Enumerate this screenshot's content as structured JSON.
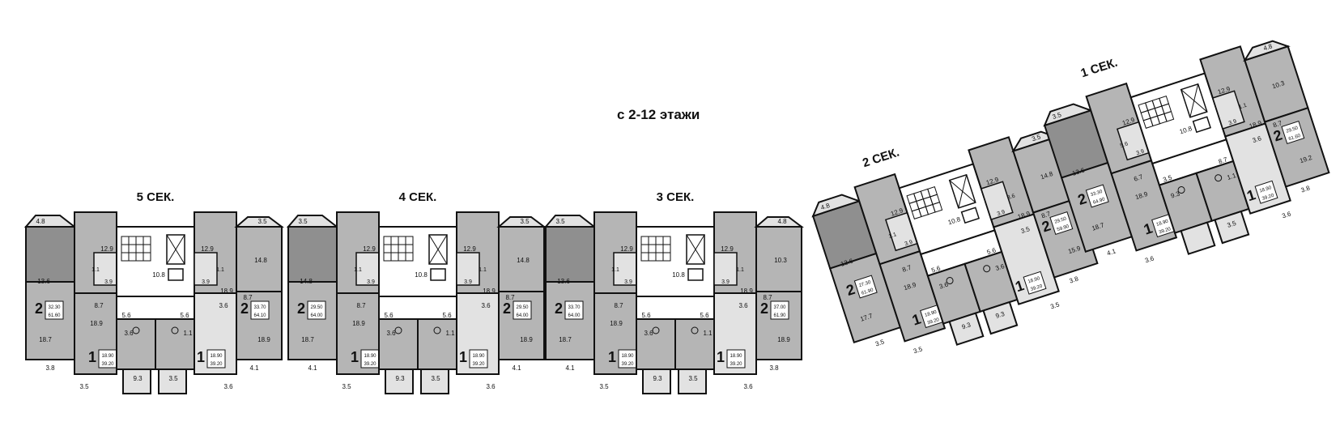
{
  "floors_caption": "с 2-12 этажи",
  "colors": {
    "wall": "#111111",
    "room_light": "#b5b5b5",
    "room_dark": "#8f8f8f",
    "room_pale": "#e2e2e2",
    "core": "#ffffff"
  },
  "icon_names": [
    "elevator-icon",
    "stairs-icon",
    "bathroom-fixture-icon"
  ],
  "sections": [
    {
      "id": "sec5",
      "label": "5 СЕК.",
      "apartments": [
        {
          "rooms": "2",
          "area_living": "32.30",
          "area_total": "61.60",
          "room_areas": [
            "13.6",
            "18.7",
            "4.8",
            "3.8"
          ]
        },
        {
          "rooms": "1",
          "area_living": "18.90",
          "area_total": "39.20",
          "room_areas": [
            "18.9",
            "8.7",
            "12.9",
            "3.9",
            "1.1",
            "5.6",
            "3.5",
            "3.6",
            "9.3"
          ]
        },
        {
          "rooms": "1",
          "area_living": "18.90",
          "area_total": "39.20",
          "room_areas": [
            "18.9",
            "5.6",
            "12.9",
            "3.9",
            "1.1",
            "3.6",
            "3.5",
            "9.3"
          ]
        },
        {
          "rooms": "2",
          "area_living": "33.70",
          "area_total": "64.10",
          "room_areas": [
            "14.8",
            "18.9",
            "8.7",
            "3.5",
            "4.1"
          ]
        }
      ],
      "core_area": "10.8"
    },
    {
      "id": "sec4",
      "label": "4 СЕК.",
      "apartments": [
        {
          "rooms": "2",
          "area_living": "29.50",
          "area_total": "64.00",
          "room_areas": [
            "14.8",
            "18.7",
            "3.5",
            "4.1"
          ]
        },
        {
          "rooms": "1",
          "area_living": "18.90",
          "area_total": "39.20",
          "room_areas": [
            "18.9",
            "8.7",
            "12.9",
            "3.9",
            "1.1",
            "5.6",
            "3.5",
            "3.6",
            "9.3"
          ]
        },
        {
          "rooms": "1",
          "area_living": "18.90",
          "area_total": "39.20",
          "room_areas": [
            "18.9",
            "5.6",
            "12.9",
            "3.9",
            "1.1",
            "3.6",
            "3.5",
            "9.3"
          ]
        },
        {
          "rooms": "2",
          "area_living": "29.50",
          "area_total": "64.00",
          "room_areas": [
            "14.8",
            "18.9",
            "8.7",
            "3.5",
            "4.1"
          ]
        }
      ],
      "core_area": "10.8"
    },
    {
      "id": "sec3",
      "label": "3 СЕК.",
      "apartments": [
        {
          "rooms": "2",
          "area_living": "33.70",
          "area_total": "64.00",
          "room_areas": [
            "13.6",
            "18.7",
            "3.5",
            "4.1"
          ]
        },
        {
          "rooms": "1",
          "area_living": "18.90",
          "area_total": "39.20",
          "room_areas": [
            "18.9",
            "8.7",
            "12.9",
            "3.9",
            "1.1",
            "5.6",
            "3.5",
            "3.6",
            "9.3"
          ]
        },
        {
          "rooms": "1",
          "area_living": "18.90",
          "area_total": "39.20",
          "room_areas": [
            "18.9",
            "5.6",
            "12.9",
            "3.9",
            "1.1",
            "3.6",
            "3.5",
            "9.3"
          ]
        },
        {
          "rooms": "2",
          "area_living": "37.00",
          "area_total": "61.90",
          "room_areas": [
            "10.3",
            "18.9",
            "8.7",
            "4.8",
            "3.8"
          ]
        }
      ],
      "core_area": "10.8"
    },
    {
      "id": "sec2",
      "label": "2 СЕК.",
      "apartments": [
        {
          "rooms": "2",
          "area_living": "27.30",
          "area_total": "61.90",
          "room_areas": [
            "13.6",
            "17.7",
            "4.8",
            "3.5"
          ]
        },
        {
          "rooms": "1",
          "area_living": "18.90",
          "area_total": "39.20",
          "room_areas": [
            "18.9",
            "8.7",
            "12.9",
            "3.9",
            "1.1",
            "5.6",
            "3.5",
            "3.6",
            "9.3"
          ]
        },
        {
          "rooms": "1",
          "area_living": "18.90",
          "area_total": "39.20",
          "room_areas": [
            "18.9",
            "5.6",
            "12.9",
            "3.9",
            "3.6",
            "3.5",
            "9.3"
          ]
        },
        {
          "rooms": "2",
          "area_living": "29.50",
          "area_total": "59.90",
          "room_areas": [
            "14.8",
            "15.9",
            "8.7",
            "3.5",
            "3.8"
          ]
        }
      ],
      "core_area": "10.8"
    },
    {
      "id": "sec1",
      "label": "1 СЕК.",
      "apartments": [
        {
          "rooms": "2",
          "area_living": "33.30",
          "area_total": "64.90",
          "room_areas": [
            "13.6",
            "18.7",
            "3.5",
            "4.1"
          ]
        },
        {
          "rooms": "1",
          "area_living": "18.90",
          "area_total": "39.20",
          "room_areas": [
            "18.9",
            "6.7",
            "12.9",
            "3.9",
            "5.6",
            "3.5",
            "3.6",
            "9.3"
          ]
        },
        {
          "rooms": "1",
          "area_living": "18.90",
          "area_total": "39.20",
          "room_areas": [
            "18.9",
            "8.7",
            "12.9",
            "3.9",
            "1.1",
            "3.6",
            "3.5",
            "9.3"
          ]
        },
        {
          "rooms": "2",
          "area_living": "29.50",
          "area_total": "61.60",
          "room_areas": [
            "10.3",
            "19.2",
            "8.7",
            "4.8",
            "3.8"
          ]
        }
      ],
      "core_area": "10.8"
    }
  ]
}
